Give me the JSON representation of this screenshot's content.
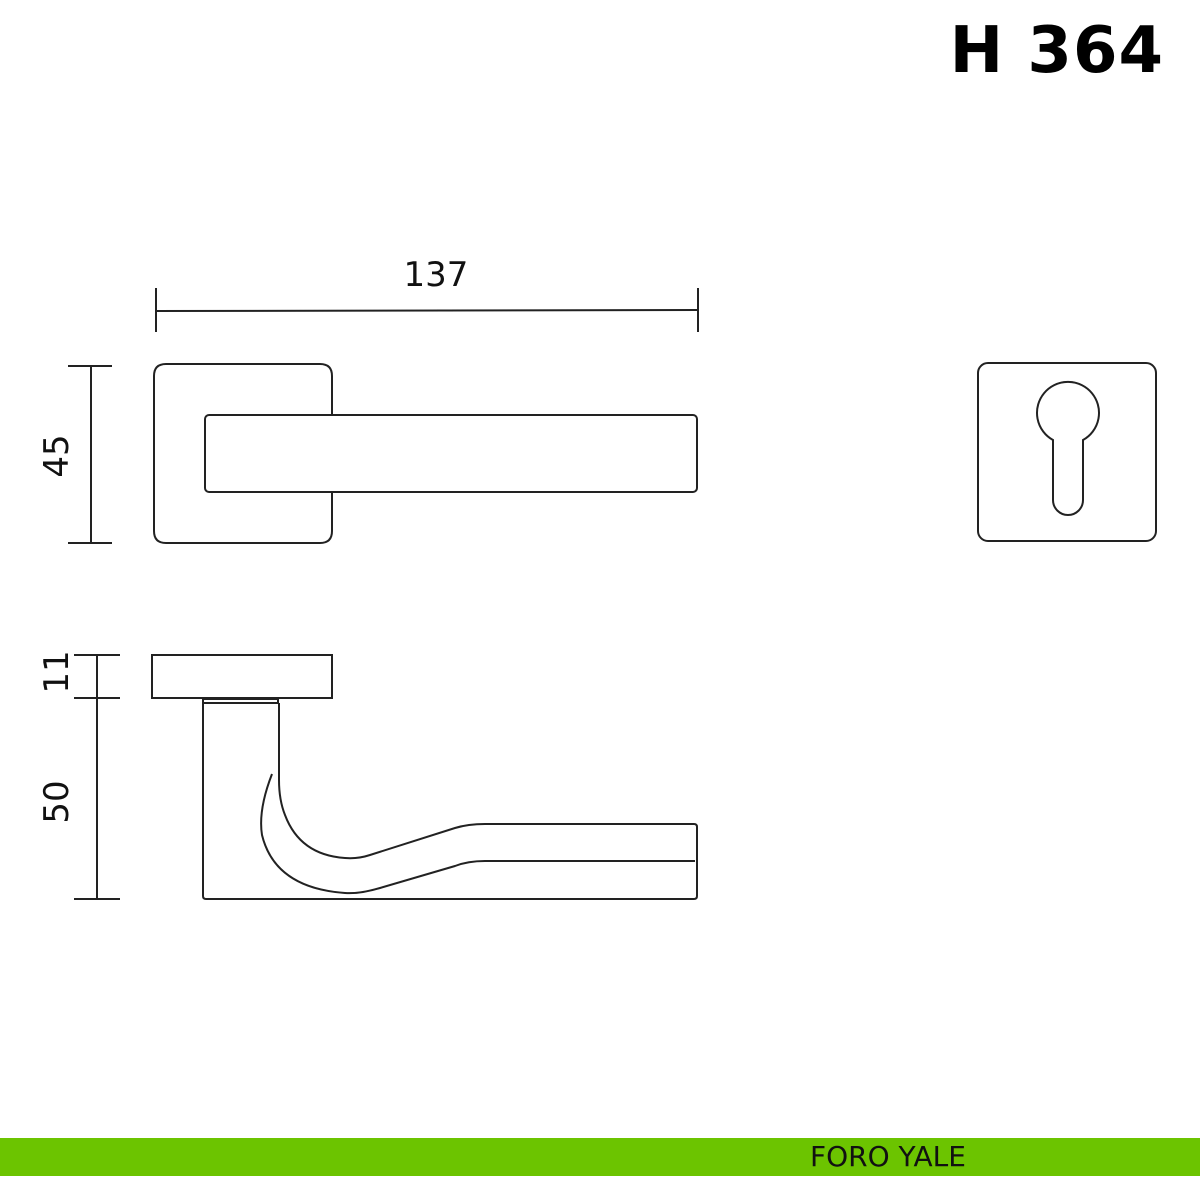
{
  "title": "H 364",
  "dimensions": {
    "length": "137",
    "rosette_height": "45",
    "rosette_thickness": "11",
    "projection": "50"
  },
  "footer": {
    "label": "FORO YALE",
    "color": "#6cc400"
  }
}
